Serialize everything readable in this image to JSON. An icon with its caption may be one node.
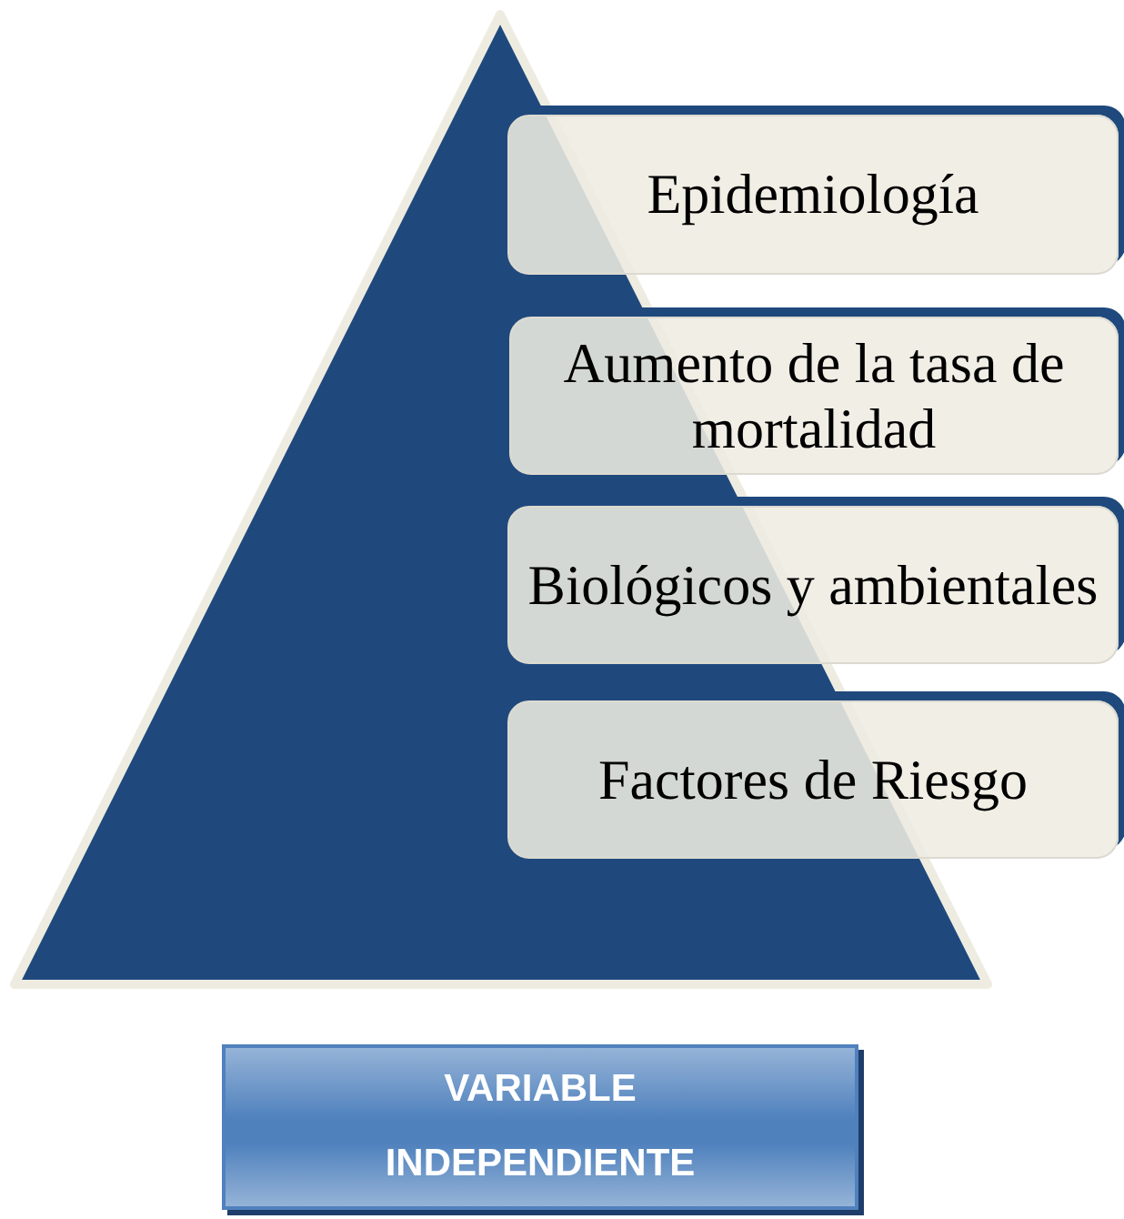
{
  "diagram": {
    "nodes": [
      {
        "text": [
          "Epidemiología"
        ]
      },
      {
        "text": [
          "Aumento de la tasa de mortalidad"
        ]
      },
      {
        "text": [
          "Biológicos y ambientales"
        ]
      },
      {
        "text": [
          "Factores de Riesgo"
        ]
      },
      {
        "text": [
          "VARIABLE INDEPENDIENTE"
        ]
      }
    ]
  }
}
